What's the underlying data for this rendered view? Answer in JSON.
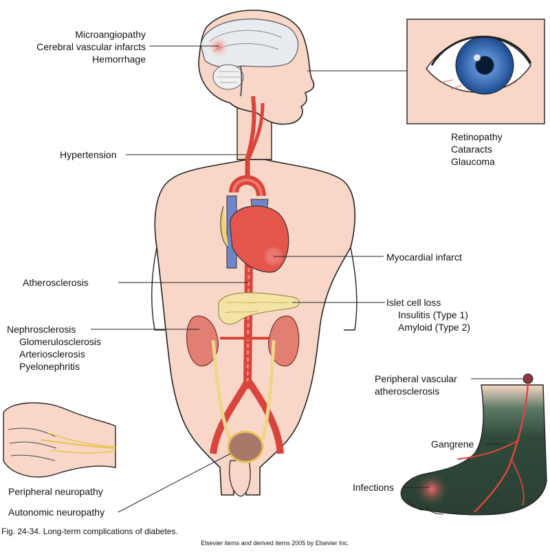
{
  "labels": {
    "brain": [
      "Microangiopathy",
      "Cerebral vascular infarcts",
      "Hemorrhage"
    ],
    "eye": [
      "Retinopathy",
      "Cataracts",
      "Glaucoma"
    ],
    "hypertension": "Hypertension",
    "myocardial": "Myocardial infarct",
    "atherosclerosis": "Atherosclerosis",
    "islet": "Islet cell loss",
    "insulitis": "Insulitis (Type 1)",
    "amyloid": "Amyloid (Type 2)",
    "nephro": "Nephrosclerosis",
    "nephro_sub": [
      "Glomerulosclerosis",
      "Arteriosclerosis",
      "Pyelonephritis"
    ],
    "peripheral_vascular": [
      "Peripheral vascular",
      "atherosclerosis"
    ],
    "gangrene": "Gangrene",
    "infections": "Infections",
    "peripheral_neuropathy": "Peripheral neuropathy",
    "autonomic_neuropathy": "Autonomic neuropathy"
  },
  "caption": "Fig. 24-34. Long-term complications of diabetes.",
  "copyright": "Elsevier items and derived items 2005 by Elsevier Inc.",
  "colors": {
    "skin": "#f9d7c8",
    "skin_outline": "#222222",
    "artery": "#d9453c",
    "vein": "#6f86c8",
    "kidney": "#e07f72",
    "pancreas": "#f3e4a6",
    "bladder": "#a8786a",
    "brain": "#e8ecf0",
    "iris": "#3a6fb8",
    "gangrene": "#2f4a3a",
    "nerve": "#e8c24a"
  }
}
